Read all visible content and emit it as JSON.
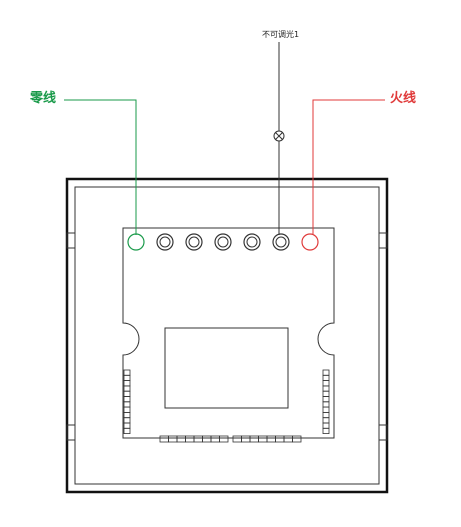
{
  "labels": {
    "lamp": "不可调光1",
    "neutral": "零线",
    "live": "火线"
  },
  "colors": {
    "neutral": "#1a9a4a",
    "live": "#e03a3a",
    "line": "#333333",
    "frame": "#111111"
  },
  "terminals": [
    {
      "role": "neutral"
    },
    {
      "role": "unused"
    },
    {
      "role": "unused"
    },
    {
      "role": "unused"
    },
    {
      "role": "unused"
    },
    {
      "role": "load"
    },
    {
      "role": "live"
    }
  ]
}
